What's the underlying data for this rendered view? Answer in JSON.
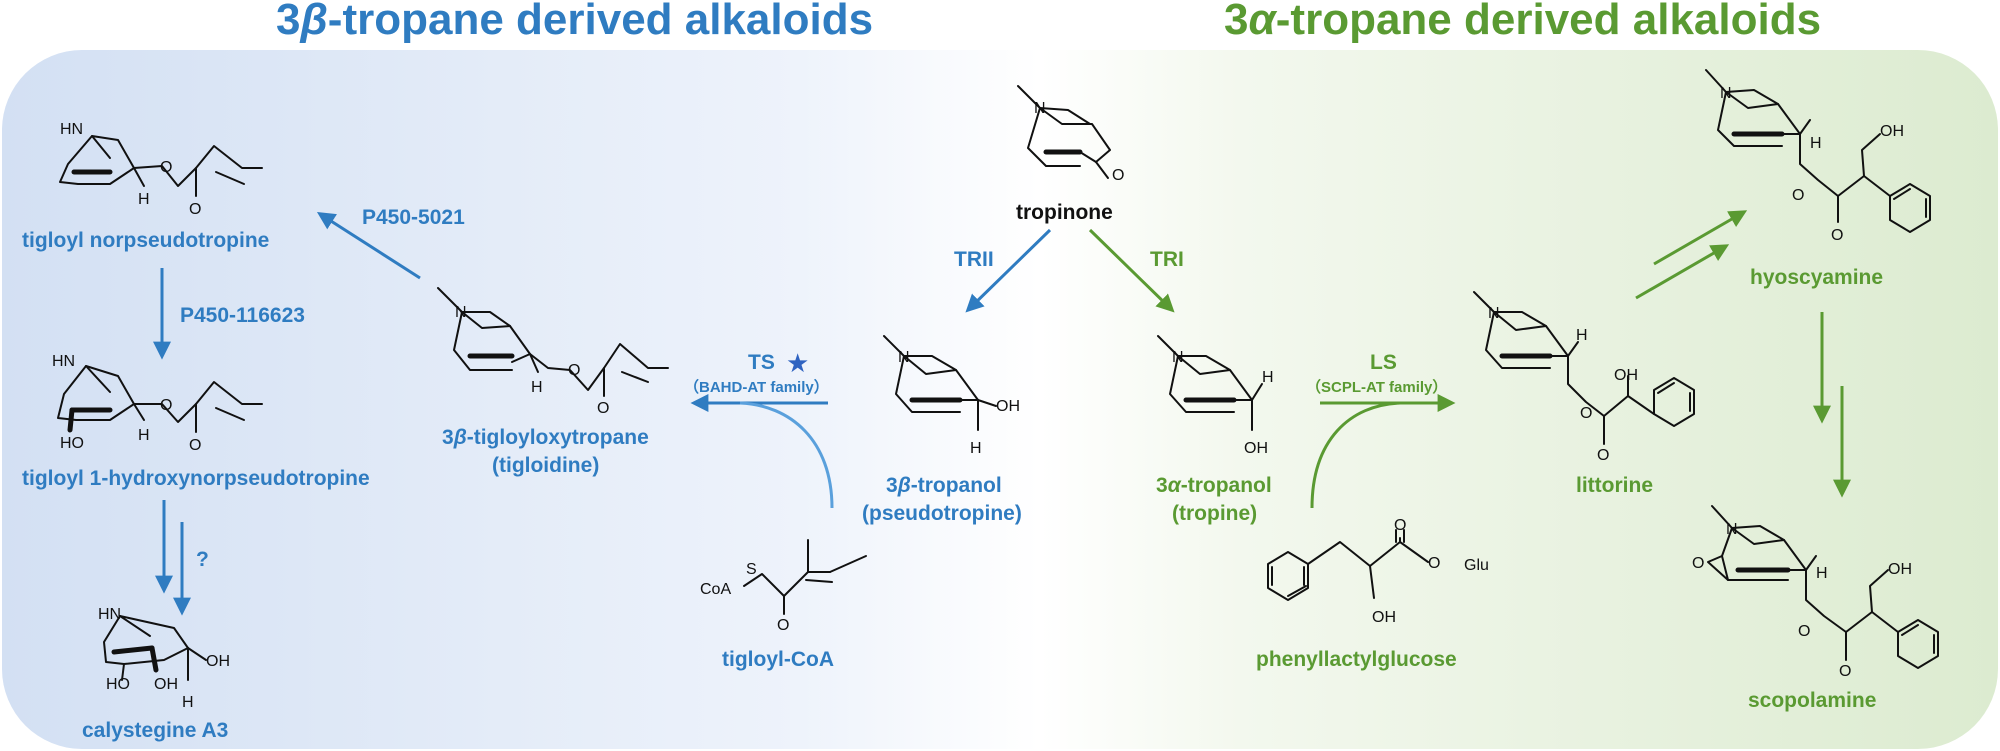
{
  "headers": {
    "left": {
      "prefix": "3",
      "greek": "β",
      "rest": "-tropane derived alkaloids"
    },
    "right": {
      "prefix": "3",
      "greek": "α",
      "rest": "-tropane derived  alkaloids"
    }
  },
  "colors": {
    "blue": "#2f7cc1",
    "green": "#5a9a32",
    "black": "#111111"
  },
  "compounds": {
    "tropinone": "tropinone",
    "tigloyl_norpseudotropine": "tigloyl norpseudotropine",
    "tigloyl_hydroxy": "tigloyl 1-hydroxynorpseudotropine",
    "calystegine": "calystegine A3",
    "tigloidine_l1_prefix": "3",
    "tigloidine_l1_greek": "β",
    "tigloidine_l1_rest": "-tigloyloxytropane",
    "tigloidine_l2": "(tigloidine)",
    "pseudotropine_l1_prefix": "3",
    "pseudotropine_l1_greek": "β",
    "pseudotropine_l1_rest": "-tropanol",
    "pseudotropine_l2": "(pseudotropine)",
    "tropine_l1_prefix": "3",
    "tropine_l1_greek": "α",
    "tropine_l1_rest": "-tropanol",
    "tropine_l2": "(tropine)",
    "tigloyl_coa": "tigloyl-CoA",
    "phenyllactylglucose": "phenyllactylglucose",
    "littorine": "littorine",
    "hyoscyamine": "hyoscyamine",
    "scopolamine": "scopolamine"
  },
  "enzymes": {
    "p450_5021": "P450-5021",
    "p450_116623": "P450-116623",
    "unknown": "?",
    "trii": "TRII",
    "tri": "TRI",
    "ts": "TS",
    "ts_star": "★",
    "ts_family": "（BAHD-AT family）",
    "ls": "LS",
    "ls_family": "（SCPL-AT family）"
  },
  "atoms": {
    "N": "N",
    "HN": "HN",
    "H": "H",
    "O": "O",
    "OH": "OH",
    "HO": "HO",
    "S": "S",
    "CoA": "CoA",
    "Glu": "Glu"
  }
}
